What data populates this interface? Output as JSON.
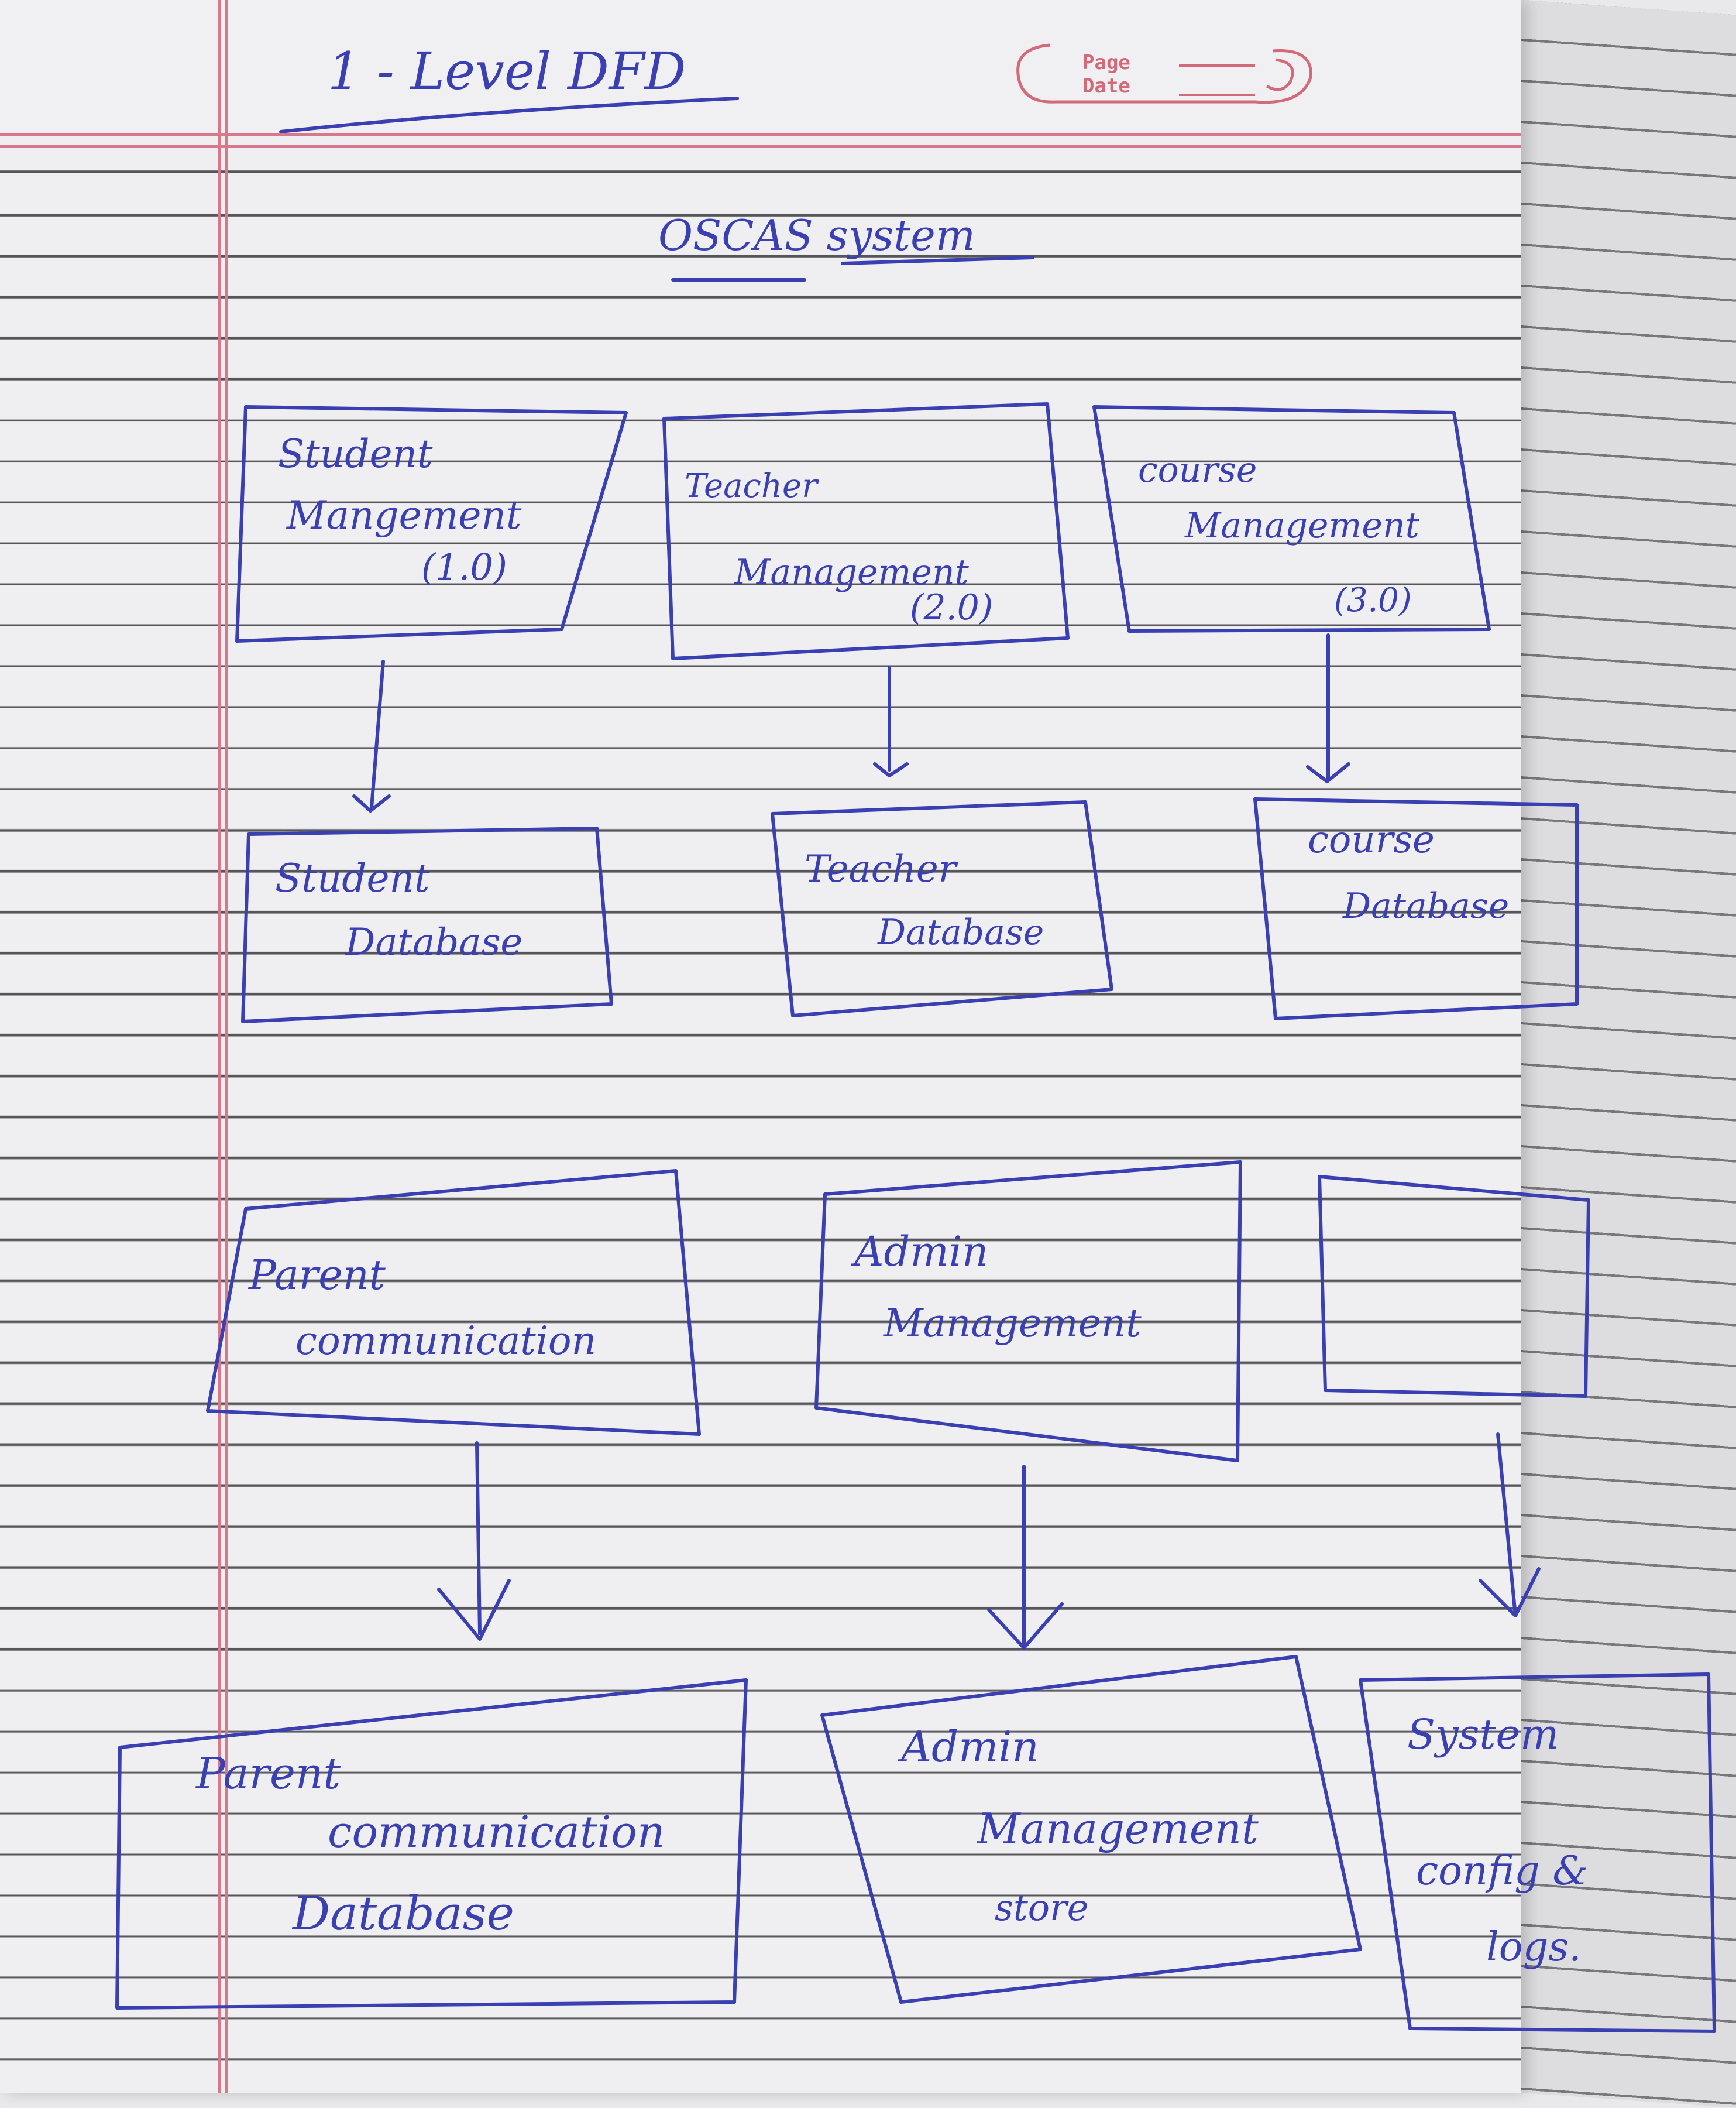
{
  "header": {
    "title": "1 - Level DFD",
    "page_label": "Page",
    "date_label": "Date"
  },
  "diagram": {
    "system_title": "OSCAS system",
    "processes": {
      "student": {
        "line1": "Student",
        "line2": "Mangement",
        "line3": "(1.0)"
      },
      "teacher": {
        "line1": "Teacher",
        "line2": "Management",
        "line3": "(2.0)"
      },
      "course": {
        "line1": "course",
        "line2": "Management",
        "line3": "(3.0)"
      },
      "parent": {
        "line1": "Parent",
        "line2": "communication"
      },
      "admin": {
        "line1": "Admin",
        "line2": "Management"
      },
      "blank": {
        "line1": ""
      }
    },
    "stores": {
      "student_db": {
        "line1": "Student",
        "line2": "Database"
      },
      "teacher_db": {
        "line1": "Teacher",
        "line2": "Database"
      },
      "course_db": {
        "line1": "course",
        "line2": "Database"
      },
      "parent_db": {
        "line1": "Parent",
        "line2": "communication",
        "line3": "Database"
      },
      "admin_store": {
        "line1": "Admin",
        "line2": "Management",
        "line3": "store"
      },
      "system_logs": {
        "line1": "System",
        "line2": "config &",
        "line3": "logs."
      }
    }
  },
  "colors": {
    "ink": "#3a3fb2",
    "margin_lines": "#d7798a",
    "rule_lines": "#55555a",
    "paper": "#efeef0"
  }
}
